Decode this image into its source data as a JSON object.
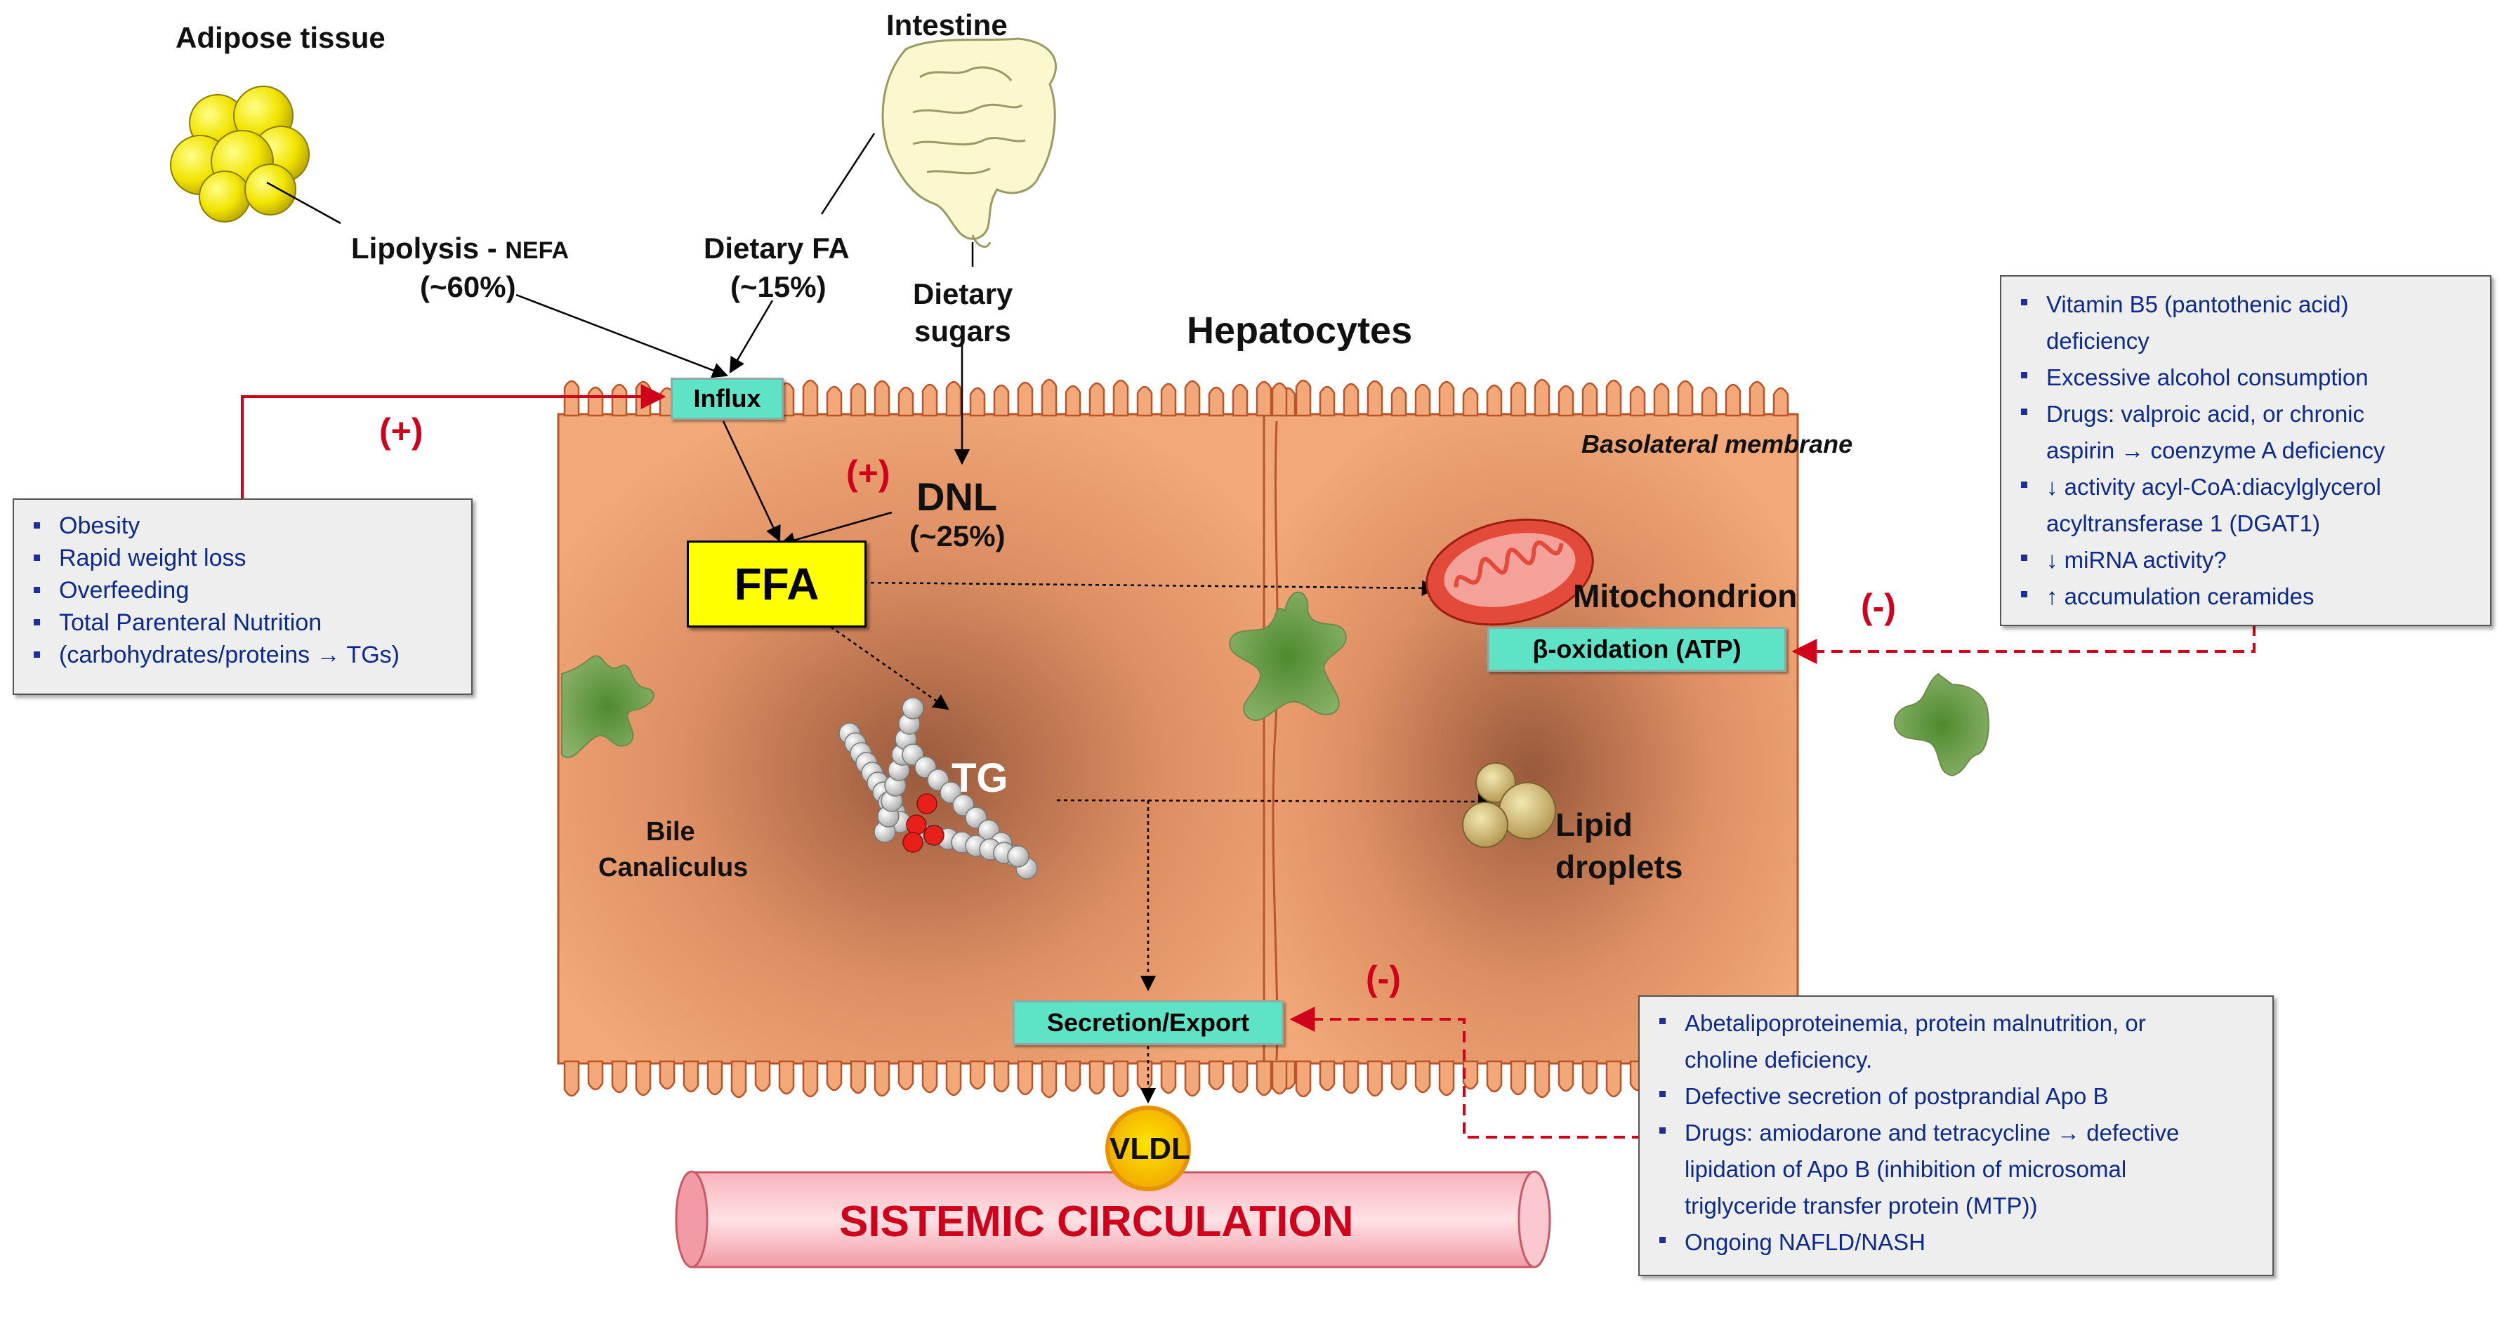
{
  "sources": {
    "adipose": "Adipose tissue",
    "intestine": "Intestine",
    "lipolysis": "Lipolysis -",
    "nefa": "NEFA",
    "lipolysis_pct": "(~60%)",
    "dietary_fa": "Dietary FA",
    "dietary_fa_pct": "(~15%)",
    "dietary_sugars_line1": "Dietary",
    "dietary_sugars_line2": "sugars"
  },
  "cell": {
    "title": "Hepatocytes",
    "basolateral": "Basolateral membrane",
    "influx": "Influx",
    "dnl": "DNL",
    "dnl_pct": "(~25%)",
    "ffa": "FFA",
    "tg": "TG",
    "mitochondrion": "Mitochondrion",
    "beta_oxidation": "β-oxidation (ATP)",
    "lipid_line1": "Lipid",
    "lipid_line2": "droplets",
    "bile_line1": "Bile",
    "bile_line2": "Canaliculus",
    "secretion": "Secretion/Export",
    "vldl": "VLDL",
    "circulation": "SISTEMIC CIRCULATION"
  },
  "signs": {
    "influx_plus": "(+)",
    "dnl_plus": "(+)",
    "beta_minus": "(-)",
    "secretion_minus": "(-)"
  },
  "panels": {
    "left": [
      "Obesity",
      "Rapid weight loss",
      "Overfeeding",
      "Total Parenteral Nutrition",
      "(carbohydrates/proteins → TGs)"
    ],
    "right_top": [
      "Vitamin B5 (pantothenic acid)",
      "deficiency",
      "Excessive alcohol consumption",
      "Drugs: valproic acid, or chronic",
      "aspirin → coenzyme A deficiency",
      "↓ activity acyl-CoA:diacylglycerol",
      "acyltransferase 1 (DGAT1)",
      "↓ miRNA activity?",
      "↑ accumulation ceramides"
    ],
    "right_bottom": [
      "Abetalipoproteinemia, protein malnutrition, or",
      "choline deficiency.",
      "Defective secretion of postprandial Apo B",
      "Drugs: amiodarone and tetracycline → defective",
      "lipidation of Apo B (inhibition of microsomal",
      "triglyceride transfer protein (MTP))",
      "Ongoing NAFLD/NASH"
    ]
  },
  "colors": {
    "cell": "#f2a878",
    "cell_border": "#b9552a",
    "teal_tag": "#5ee3c6",
    "ffa_box": "#ffff00",
    "red": "#d0021b",
    "canaliculus": "#5e8f3a"
  }
}
